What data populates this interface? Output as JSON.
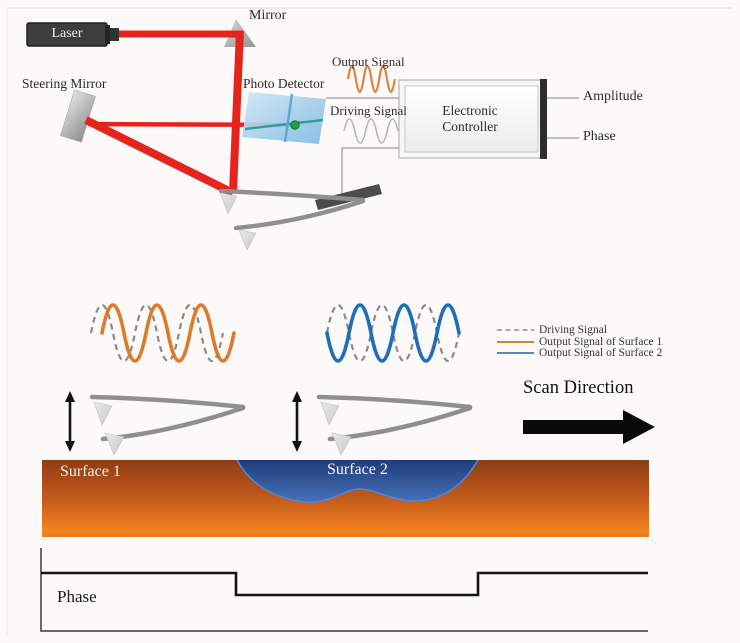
{
  "apparatus": {
    "laser": "Laser",
    "mirror": "Mirror",
    "steering_mirror": "Steering Mirror",
    "photo_detector": "Photo Detector",
    "output_signal": "Output Signal",
    "driving_signal": "Driving Signal",
    "controller_line1": "Electronic",
    "controller_line2": "Controller",
    "amplitude": "Amplitude",
    "phase": "Phase"
  },
  "legend": {
    "items": [
      {
        "label": "Driving Signal",
        "style": "dashed",
        "color": "#8a8a8a"
      },
      {
        "label": "Output Signal of Surface 1",
        "style": "solid",
        "color": "#d9813d"
      },
      {
        "label": "Output Signal of Surface 2",
        "style": "solid",
        "color": "#5b86c4"
      }
    ]
  },
  "scan": {
    "label": "Scan Direction"
  },
  "surfaces": {
    "surface1": "Surface 1",
    "surface2": "Surface 2"
  },
  "phase_plot": {
    "label": "Phase"
  },
  "colors": {
    "laser_beam": "#e5241d",
    "output_wave_orange": "#dd7b2d",
    "surface2_wave_blue": "#1f6cb8",
    "driving_wave_gray": "#8a8a8a",
    "surface_top": "#8f3c15",
    "surface_bottom": "#f5821f",
    "basin_top": "#1f3c7a",
    "basin_bottom": "#4672b8"
  }
}
